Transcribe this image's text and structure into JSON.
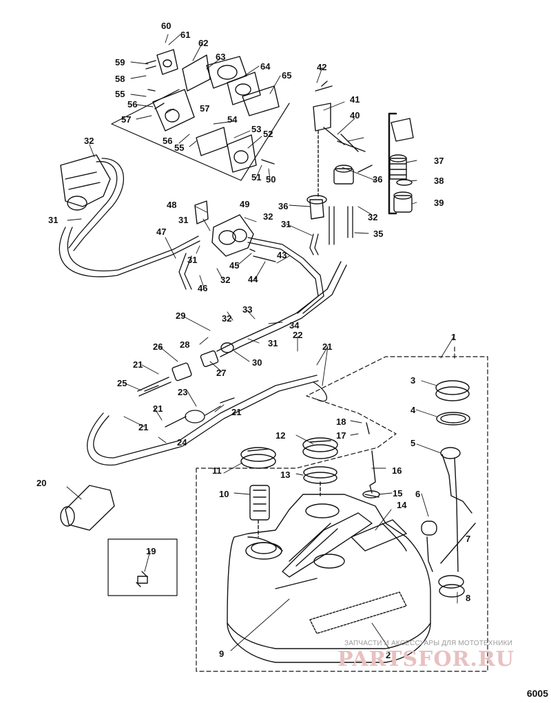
{
  "diagram": {
    "part_labels": [
      "1",
      "2",
      "3",
      "4",
      "5",
      "6",
      "7",
      "8",
      "9",
      "10",
      "11",
      "12",
      "13",
      "14",
      "15",
      "16",
      "17",
      "18",
      "19",
      "20",
      "21",
      "22",
      "23",
      "24",
      "25",
      "26",
      "27",
      "28",
      "29",
      "30",
      "31",
      "32",
      "33",
      "34",
      "35",
      "36",
      "37",
      "38",
      "39",
      "40",
      "41",
      "42",
      "43",
      "44",
      "45",
      "46",
      "47",
      "48",
      "49",
      "50",
      "51",
      "52",
      "53",
      "54",
      "55",
      "56",
      "57",
      "58",
      "59",
      "60",
      "61",
      "62",
      "63",
      "64",
      "65"
    ],
    "figure_code": "6005",
    "watermark_caption": "ЗАПЧАСТИ И АКСЕССУАРЫ ДЛЯ МОТОТЕХНИКИ",
    "watermark_logo": "PARTSFOR.RU"
  }
}
